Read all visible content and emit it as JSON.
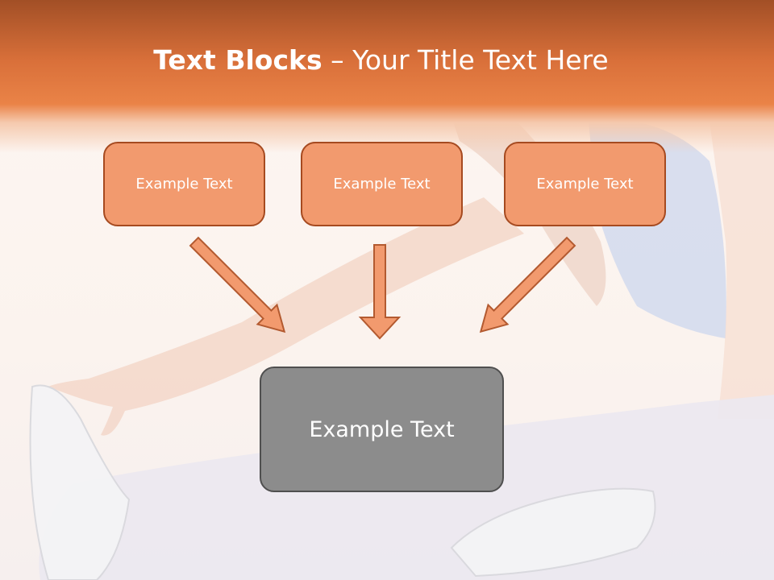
{
  "slide": {
    "title_bold": "Text Blocks",
    "title_rest": " – Your Title Text Here",
    "top_boxes": [
      "Example Text",
      "Example Text",
      "Example Text"
    ],
    "bottom_box": "Example Text"
  },
  "colors": {
    "header_dark": "#a24f26",
    "header_orange": "#ea8347",
    "box_fill": "#f29a6e",
    "box_border": "#a64a20",
    "bottom_fill": "#8c8c8c",
    "bottom_border": "#4f4f4f"
  },
  "icons": [
    "arrow-down-right-icon",
    "arrow-down-icon",
    "arrow-down-left-icon"
  ]
}
